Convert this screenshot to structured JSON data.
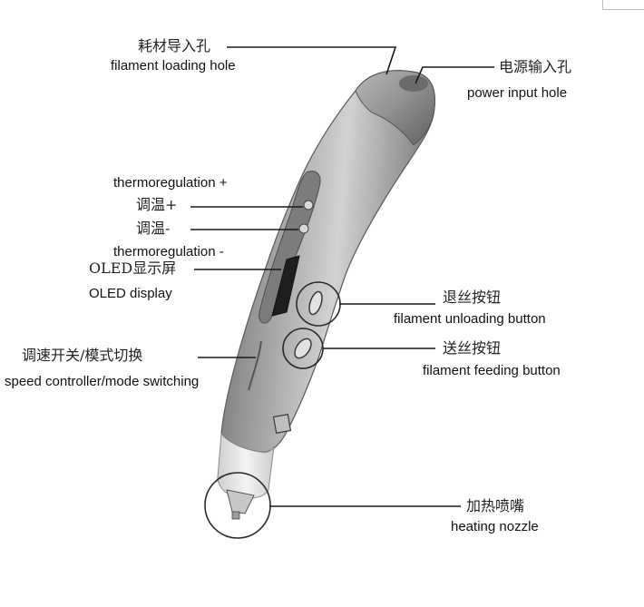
{
  "labels": {
    "filament_loading_hole": {
      "zh": "耗材导入孔",
      "en": "filament loading hole"
    },
    "power_input_hole": {
      "zh": "电源输入孔",
      "en": "power input hole"
    },
    "thermo_plus": {
      "zh": "调温+",
      "en": "thermoregulation +"
    },
    "thermo_minus": {
      "zh": "调温-",
      "en": "thermoregulation -"
    },
    "oled_display": {
      "zh": "OLED显示屏",
      "en": "OLED display"
    },
    "speed_controller": {
      "zh": "调速开关/模式切换",
      "en": "speed controller/mode switching"
    },
    "filament_unloading_button": {
      "zh": "退丝按钮",
      "en": "filament unloading button"
    },
    "filament_feeding_button": {
      "zh": "送丝按钮",
      "en": "filament feeding button"
    },
    "heating_nozzle": {
      "zh": "加热喷嘴",
      "en": "heating nozzle"
    }
  },
  "colors": {
    "pen_body": "#8f8f8f",
    "pen_highlight": "#c9c9c9",
    "pen_shadow": "#5e5e5e",
    "leader_line": "#1a1a1a",
    "nozzle_sleeve": "#e9e9e9"
  }
}
